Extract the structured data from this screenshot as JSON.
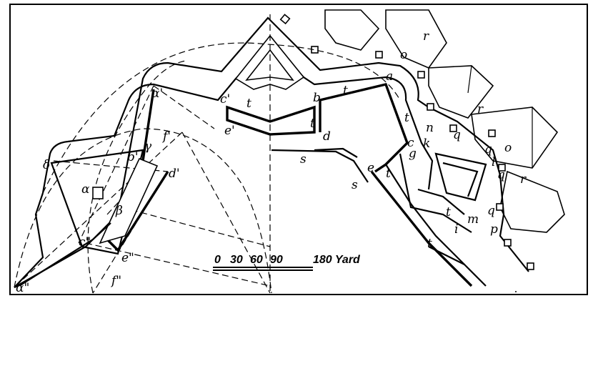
{
  "figure": {
    "scale": {
      "ticks": [
        "0",
        "30",
        "60",
        "90"
      ],
      "end_label": "180 Yard"
    },
    "labels": {
      "a": "a",
      "b": "b",
      "c": "c",
      "d": "d",
      "e": "e",
      "g": "g",
      "i": "i",
      "k": "k",
      "l": "l",
      "m": "m",
      "n": "n",
      "o": "o",
      "p": "p",
      "q": "q",
      "r": "r",
      "s": "s",
      "t": "t",
      "f": "f",
      "alpha": "α",
      "beta": "β",
      "gamma": "γ",
      "delta": "δ",
      "alpha_prime": "α'",
      "alpha_dprime": "α\"",
      "b_prime": "b'",
      "c_prime": "c'",
      "d_prime": "d'",
      "e_prime": "e'",
      "f_prime": "f'",
      "e_dprime": "e\"",
      "f_dprime": "f\"",
      "c_dprime": "c\""
    }
  }
}
